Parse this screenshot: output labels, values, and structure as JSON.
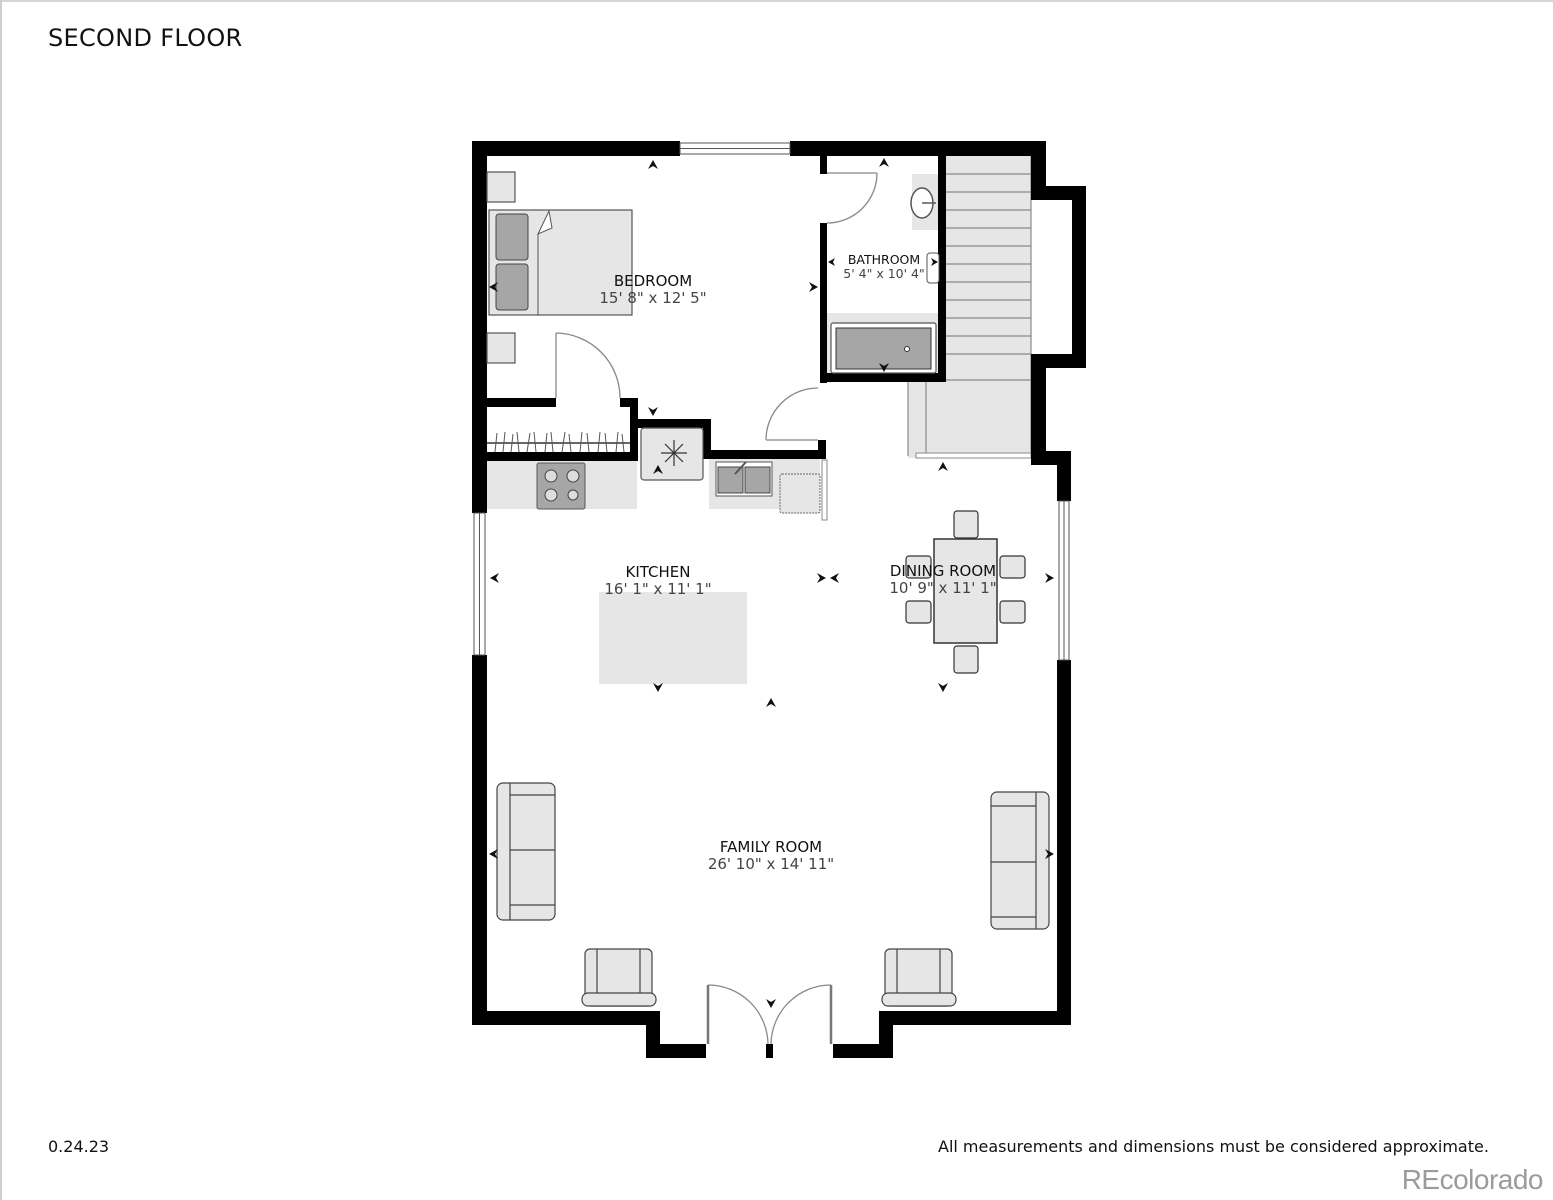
{
  "header": {
    "title": "SECOND FLOOR"
  },
  "rooms": {
    "bedroom": {
      "name": "BEDROOM",
      "dimensions": "15' 8\" x 12' 5\""
    },
    "bathroom": {
      "name": "BATHROOM",
      "dimensions": "5' 4\" x 10' 4\""
    },
    "kitchen": {
      "name": "KITCHEN",
      "dimensions": "16' 1\" x 11' 1\""
    },
    "dining_room": {
      "name": "DINING ROOM",
      "dimensions": "10' 9\" x 11' 1\""
    },
    "family_room": {
      "name": "FAMILY ROOM",
      "dimensions": "26' 10\" x 14' 11\""
    }
  },
  "footer": {
    "version": "0.24.23",
    "disclaimer": "All measurements and dimensions must be considered approximate.",
    "brand": "REcolorado"
  },
  "colors": {
    "wall": "#000000",
    "fixture_fill": "#e6e6e6",
    "fixture_dark": "#a6a6a6",
    "brand_gray": "#9b9b9b"
  }
}
